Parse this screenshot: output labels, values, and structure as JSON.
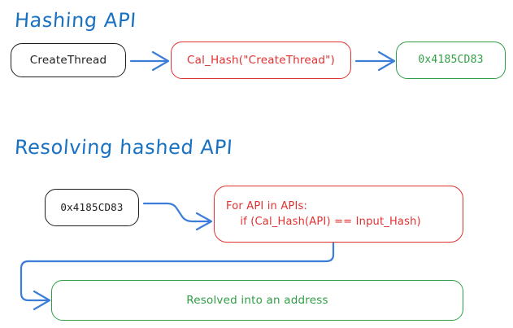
{
  "diagram": {
    "title_bar": null,
    "background": "#ffffff",
    "colors": {
      "heading_blue": "#1971c2",
      "arrow_blue": "#3b7dd8",
      "node_black": "#1e1e1e",
      "node_red": "#e03131",
      "node_green": "#2f9e44"
    },
    "sections": [
      {
        "id": "hashing-api",
        "heading": "Hashing API",
        "nodes": [
          {
            "id": "create-thread",
            "label": "CreateThread",
            "style": "black"
          },
          {
            "id": "cal-hash",
            "label": "Cal_Hash(\"CreateThread\")",
            "style": "red"
          },
          {
            "id": "hash-value",
            "label": "0x4185CD83",
            "style": "green"
          }
        ],
        "arrows": [
          {
            "id": "arrow-createthread-to-calhash",
            "from": "create-thread",
            "to": "cal-hash"
          },
          {
            "id": "arrow-calhash-to-hashvalue",
            "from": "cal-hash",
            "to": "hash-value"
          }
        ]
      },
      {
        "id": "resolving-hashed-api",
        "heading": "Resolving hashed API",
        "nodes": [
          {
            "id": "input-hash",
            "label": "0x4185CD83",
            "style": "black"
          },
          {
            "id": "loop",
            "style": "red",
            "code_lines": [
              "For API in APIs:",
              "    if (Cal_Hash(API) == Input_Hash)"
            ],
            "label": "For API in APIs:\n    if (Cal_Hash(API) == Input_Hash)"
          },
          {
            "id": "resolved",
            "label": "Resolved into an address",
            "style": "green"
          }
        ],
        "arrows": [
          {
            "id": "arrow-inputhash-to-loop",
            "from": "input-hash",
            "to": "loop"
          },
          {
            "id": "arrow-loop-to-resolved",
            "from": "loop",
            "to": "resolved"
          }
        ]
      }
    ]
  }
}
